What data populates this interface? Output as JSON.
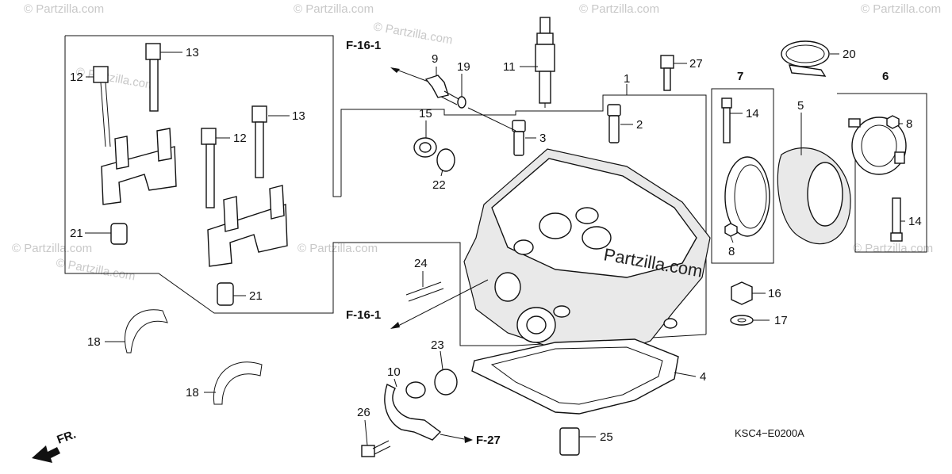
{
  "watermark": {
    "brand": "© Partzilla.com",
    "center": "Partzilla.com"
  },
  "diagram_code": "KSC4−E0200A",
  "direction_label": "FR.",
  "refs": {
    "f16_top": "F-16-1",
    "f16_mid": "F-16-1",
    "f27": "F-27"
  },
  "callouts": {
    "n1": "1",
    "n2": "2",
    "n3": "3",
    "n4": "4",
    "n5": "5",
    "n6": "6",
    "n7": "7",
    "n8a": "8",
    "n8b": "8",
    "n9": "9",
    "n10": "10",
    "n11": "11",
    "n12a": "12",
    "n12b": "12",
    "n13a": "13",
    "n13b": "13",
    "n14a": "14",
    "n14b": "14",
    "n15": "15",
    "n16": "16",
    "n17": "17",
    "n18a": "18",
    "n18b": "18",
    "n19": "19",
    "n20": "20",
    "n21a": "21",
    "n21b": "21",
    "n22": "22",
    "n23": "23",
    "n24": "24",
    "n25": "25",
    "n26": "26",
    "n27": "27"
  }
}
